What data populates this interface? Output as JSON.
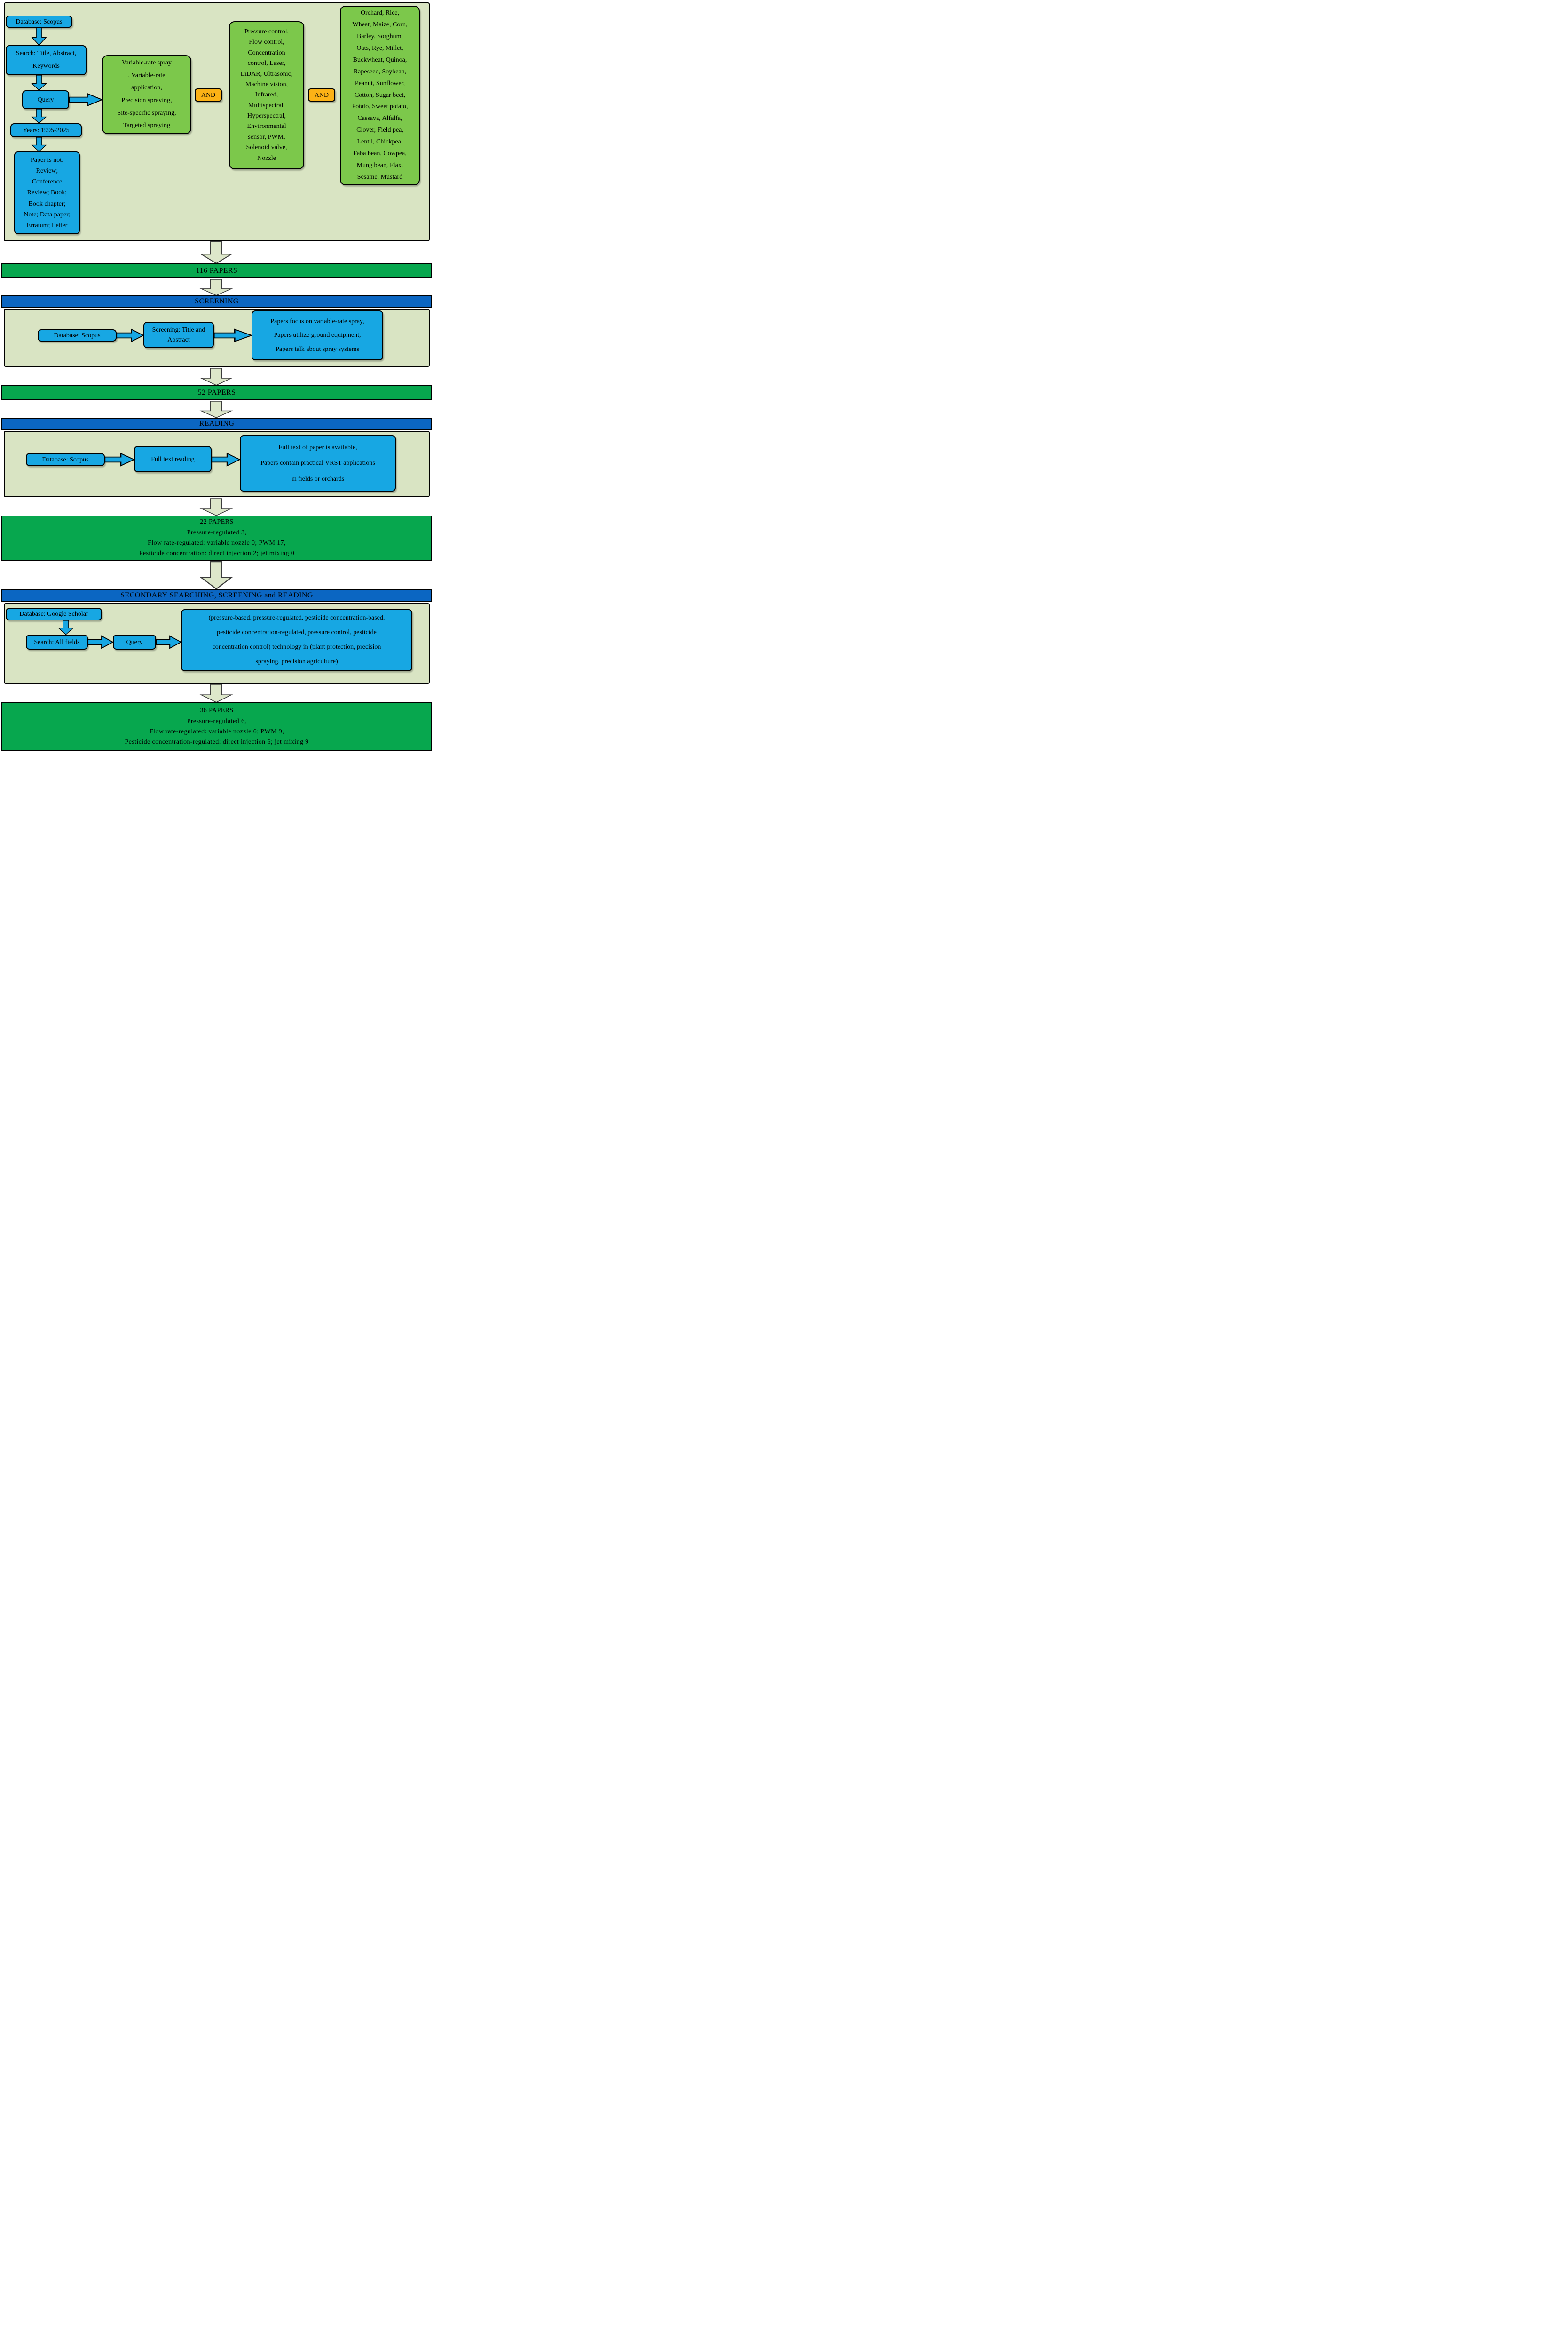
{
  "colors": {
    "panel-bg": "#d9e4c3",
    "box-blue": "#17a7e3",
    "box-green": "#7cc84b",
    "box-orange": "#fcb216",
    "bar-green": "#07a74e",
    "bar-blue": "#0b66c2",
    "arrow-blue": "#17a7e3",
    "big-arrow-fill": "#dde7ca",
    "big-arrow-stroke": "#3c3c3c",
    "text": "#000000"
  },
  "stage1": {
    "database": "Database: Scopus",
    "search": "Search: Title, Abstract,\nKeywords",
    "query": "Query",
    "years": "Years: 1995-2025",
    "exclusions": "Paper is not:\nReview;\nConference\nReview; Book;\nBook chapter;\nNote; Data paper;\nErratum; Letter",
    "and_label_1": "AND",
    "and_label_2": "AND",
    "keywords_spray": "Variable-rate spray\n, Variable-rate\napplication,\nPrecision spraying,\nSite-specific spraying,\nTargeted spraying",
    "keywords_tech": "Pressure control,\nFlow control,\nConcentration\ncontrol,  Laser,\nLiDAR, Ultrasonic,\nMachine vision,\nInfrared,\nMultispectral,\nHyperspectral,\nEnvironmental\nsensor, PWM,\nSolenoid valve,\nNozzle",
    "keywords_crops": "Orchard, Rice,\nWheat, Maize, Corn,\nBarley, Sorghum,\nOats, Rye, Millet,\nBuckwheat, Quinoa,\nRapeseed, Soybean,\nPeanut, Sunflower,\nCotton, Sugar beet,\nPotato, Sweet potato,\nCassava, Alfalfa,\nClover, Field pea,\nLentil, Chickpea,\nFaba bean, Cowpea,\nMung bean, Flax,\nSesame, Mustard"
  },
  "bars": {
    "papers_116": "116 PAPERS",
    "screening": "SCREENING",
    "papers_52": "52 PAPERS",
    "reading": "READING",
    "secondary": "SECONDARY SEARCHING, SCREENING and READING"
  },
  "screening_stage": {
    "database": "Database: Scopus",
    "step": "Screening: Title and\nAbstract",
    "criteria": "Papers focus on variable-rate spray,\nPapers utilize ground equipment,\nPapers talk about spray systems"
  },
  "reading_stage": {
    "database": "Database: Scopus",
    "step": "Full text reading",
    "criteria": "Full text of paper is available,\nPapers  contain practical VRST applications\nin fields or orchards"
  },
  "results_22": "22 PAPERS\nPressure-regulated 3,\nFlow rate-regulated: variable nozzle 0; PWM 17,\nPesticide concentration: direct injection 2; jet mixing 0",
  "secondary_stage": {
    "database": "Database: Google Scholar",
    "search": "Search: All fields",
    "query": "Query",
    "query_text": "(pressure-based, pressure-regulated, pesticide concentration-based,\npesticide concentration-regulated, pressure control, pesticide\nconcentration control) technology in (plant protection, precision\nspraying, precision agriculture)"
  },
  "results_36": "36 PAPERS\nPressure-regulated 6,\nFlow rate-regulated: variable nozzle 6; PWM 9,\nPesticide concentration-regulated: direct injection 6; jet mixing 9"
}
